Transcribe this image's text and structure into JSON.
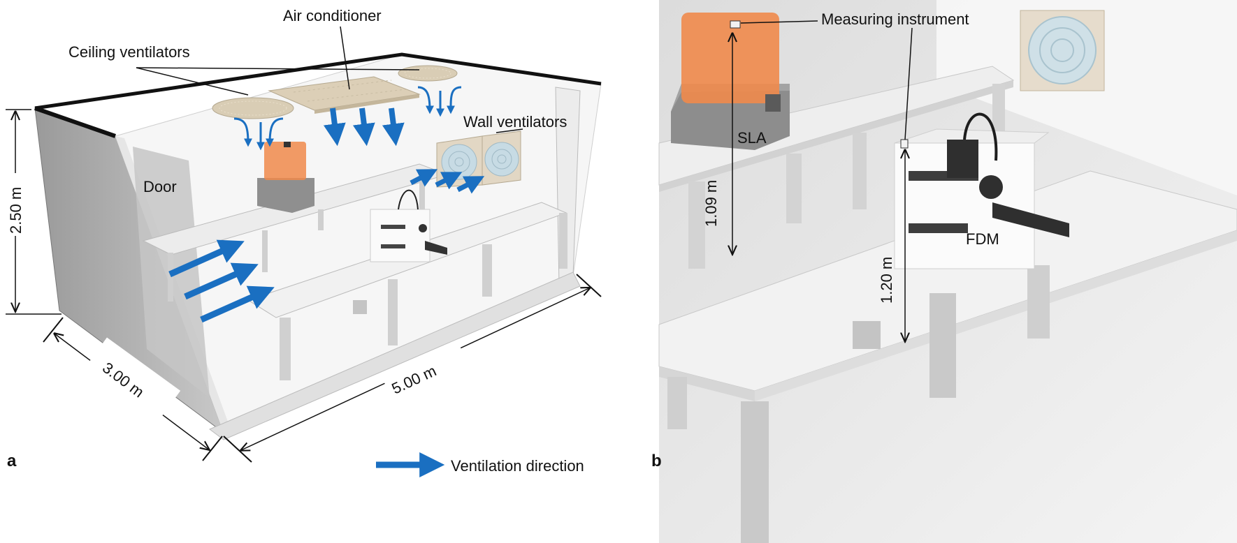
{
  "panel_a": {
    "letter": "a",
    "labels": {
      "air_conditioner": "Air conditioner",
      "ceiling_ventilators": "Ceiling ventilators",
      "wall_ventilators": "Wall ventilators",
      "door": "Door"
    },
    "dimensions": {
      "height": "2.50 m",
      "depth": "3.00 m",
      "length": "5.00 m"
    },
    "legend": {
      "label": "Ventilation direction",
      "color": "#1a6fc1"
    }
  },
  "panel_b": {
    "letter": "b",
    "labels": {
      "measuring_instrument": "Measuring instrument",
      "sla": "SLA",
      "fdm": "FDM"
    },
    "dimensions": {
      "sla_height": "1.09 m",
      "fdm_height": "1.20 m"
    }
  },
  "colors": {
    "arrow": "#1a6fc1",
    "sla_resin": "#f08a4b",
    "wall": "#d9d9d9",
    "table": "#efefef"
  }
}
